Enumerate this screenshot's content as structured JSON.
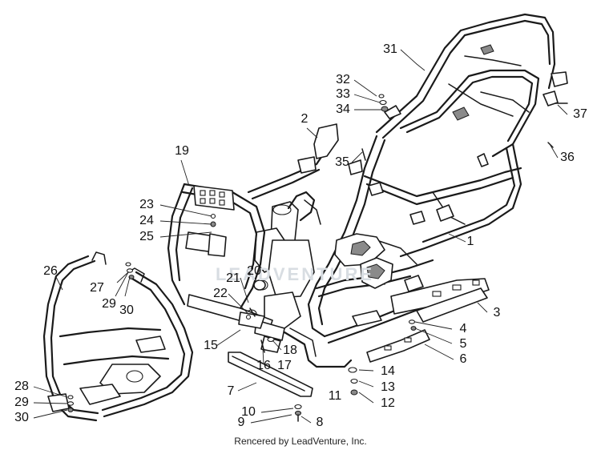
{
  "diagram": {
    "callouts": [
      {
        "id": "c31",
        "label": "31"
      },
      {
        "id": "c32",
        "label": "32"
      },
      {
        "id": "c33",
        "label": "33"
      },
      {
        "id": "c34",
        "label": "34"
      },
      {
        "id": "c37",
        "label": "37"
      },
      {
        "id": "c2",
        "label": "2"
      },
      {
        "id": "c35",
        "label": "35"
      },
      {
        "id": "c36",
        "label": "36"
      },
      {
        "id": "c19",
        "label": "19"
      },
      {
        "id": "c23",
        "label": "23"
      },
      {
        "id": "c24",
        "label": "24"
      },
      {
        "id": "c25",
        "label": "25"
      },
      {
        "id": "c1",
        "label": "1"
      },
      {
        "id": "c26",
        "label": "26"
      },
      {
        "id": "c20",
        "label": "20"
      },
      {
        "id": "c27",
        "label": "27"
      },
      {
        "id": "c21",
        "label": "21"
      },
      {
        "id": "c22",
        "label": "22"
      },
      {
        "id": "c29a",
        "label": "29"
      },
      {
        "id": "c30a",
        "label": "30"
      },
      {
        "id": "c3",
        "label": "3"
      },
      {
        "id": "c4",
        "label": "4"
      },
      {
        "id": "c5",
        "label": "5"
      },
      {
        "id": "c15",
        "label": "15"
      },
      {
        "id": "c18",
        "label": "18"
      },
      {
        "id": "c6",
        "label": "6"
      },
      {
        "id": "c16",
        "label": "16"
      },
      {
        "id": "c17",
        "label": "17"
      },
      {
        "id": "c14",
        "label": "14"
      },
      {
        "id": "c28",
        "label": "28"
      },
      {
        "id": "c7",
        "label": "7"
      },
      {
        "id": "c13",
        "label": "13"
      },
      {
        "id": "c11",
        "label": "11"
      },
      {
        "id": "c29b",
        "label": "29"
      },
      {
        "id": "c12",
        "label": "12"
      },
      {
        "id": "c10",
        "label": "10"
      },
      {
        "id": "c30b",
        "label": "30"
      },
      {
        "id": "c9",
        "label": "9"
      },
      {
        "id": "c8",
        "label": "8"
      }
    ],
    "credit": "Rencered by LeadVenture, Inc.",
    "watermark": "LEADVENTURE"
  }
}
